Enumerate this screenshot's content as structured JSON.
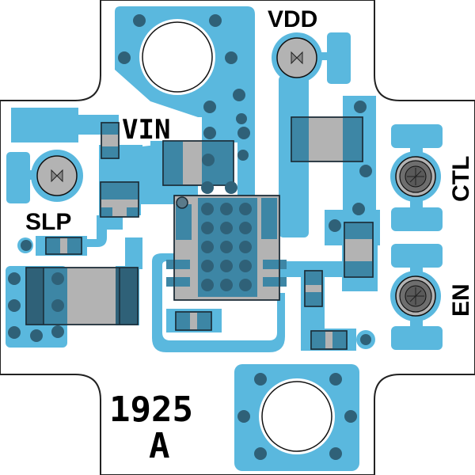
{
  "board": {
    "labels": {
      "vdd": "VDD",
      "vin": "VIN",
      "slp": "SLP",
      "ctl": "CTL",
      "en": "EN",
      "part_number": "1925",
      "revision": "A"
    },
    "colors": {
      "copper": "#5ab8de",
      "component_pad": "#3d86a5",
      "via": "#2f6178",
      "body": "#b3b3b3",
      "outline": "#1a2a35",
      "board_edge": "#222222",
      "background": "#ffffff"
    },
    "test_points": [
      {
        "id": "slp",
        "type": "unpopulated-testpoint"
      },
      {
        "id": "vdd",
        "type": "unpopulated-testpoint"
      },
      {
        "id": "ctl",
        "type": "switch-pin"
      },
      {
        "id": "en",
        "type": "switch-pin"
      }
    ],
    "mounting_holes": [
      {
        "id": "top"
      },
      {
        "id": "bottom"
      }
    ]
  }
}
